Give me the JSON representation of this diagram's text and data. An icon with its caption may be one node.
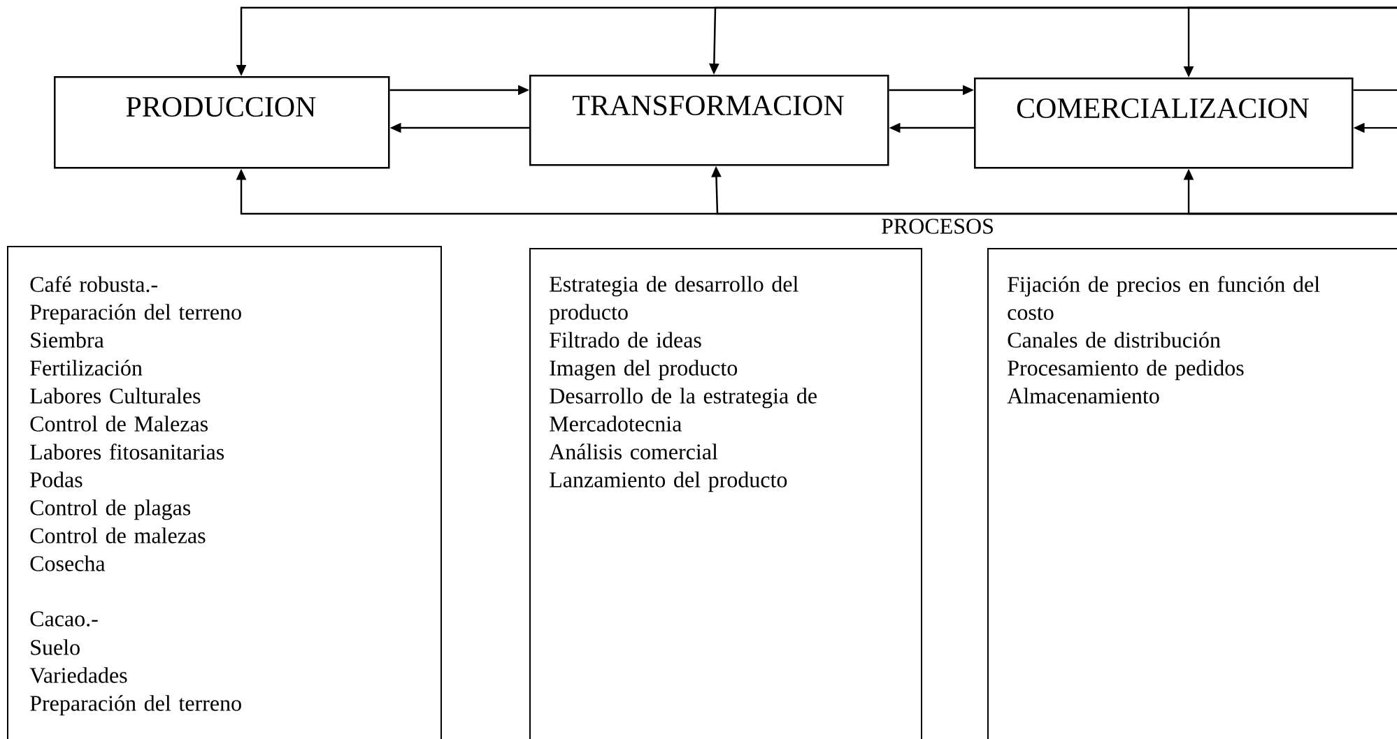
{
  "diagram": {
    "nodes": [
      {
        "text": [
          "PRODUCCION"
        ]
      },
      {
        "text": [
          "TRANSFORMACION"
        ]
      },
      {
        "text": [
          "COMERCIALIZACION"
        ]
      },
      {
        "text": [
          "Café robusta.-",
          "Preparación del terreno",
          "Siembra",
          "Fertilización",
          "Labores Culturales",
          "Control de Malezas",
          "Labores fitosanitarias",
          "Podas",
          "Control de plagas",
          "Control de malezas",
          "Cosecha",
          "Cacao.-",
          "Suelo",
          "Variedades",
          "Preparación del terreno"
        ]
      },
      {
        "text": [
          "Estrategia de desarrollo del producto",
          "Filtrado de ideas",
          "Imagen del producto",
          "Desarrollo de la estrategia de Mercadotecnia",
          "Análisis comercial",
          "Lanzamiento del producto"
        ]
      },
      {
        "text": [
          "Fijación de precios en función del costo",
          "Canales de distribución",
          "Procesamiento de pedidos",
          "Almacenamiento"
        ]
      }
    ],
    "edges": [
      {
        "from": null,
        "to": 0,
        "arrow": "to"
      },
      {
        "from": null,
        "to": 1,
        "arrow": "to"
      },
      {
        "from": null,
        "to": 2,
        "arrow": "to"
      },
      {
        "from": null,
        "to": 0,
        "arrow": "to"
      },
      {
        "from": null,
        "to": 1,
        "arrow": "to"
      },
      {
        "from": null,
        "to": 2,
        "arrow": "to"
      },
      {
        "from": 0,
        "to": 1,
        "arrow": "to"
      },
      {
        "from": 1,
        "to": 0,
        "arrow": "to"
      },
      {
        "from": 1,
        "to": 2,
        "arrow": "to"
      },
      {
        "from": 2,
        "to": 1,
        "arrow": "to"
      },
      {
        "from": 2,
        "to": null,
        "arrow": "none"
      },
      {
        "from": null,
        "to": 2,
        "arrow": "to"
      }
    ],
    "labels": [
      "PROCESOS"
    ]
  }
}
